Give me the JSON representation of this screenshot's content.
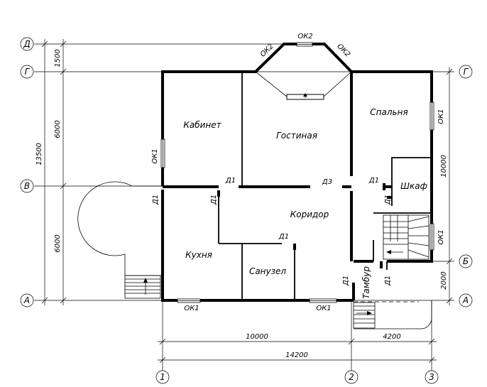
{
  "rooms": {
    "cabinet": "Кабинет",
    "living": "Гостиная",
    "bedroom": "Спальня",
    "wardrobe": "Шкаф",
    "corridor": "Коридор",
    "kitchen": "Кухня",
    "bathroom": "Санузел",
    "vestibule": "Тамбур"
  },
  "doors": {
    "d1": "Д1",
    "d3": "Д3"
  },
  "windows": {
    "ok1": "ОК1",
    "ok2": "ОК2"
  },
  "axes": {
    "a": "А",
    "b": "Б",
    "v": "В",
    "g": "Г",
    "d": "Д",
    "n1": "1",
    "n2": "2",
    "n3": "3"
  },
  "dimensions": {
    "total_height": "13500",
    "dim_1500": "1500",
    "dim_6000": "6000",
    "dim_10000": "10000",
    "dim_2000": "2000",
    "dim_4200": "4200",
    "dim_14200": "14200"
  }
}
